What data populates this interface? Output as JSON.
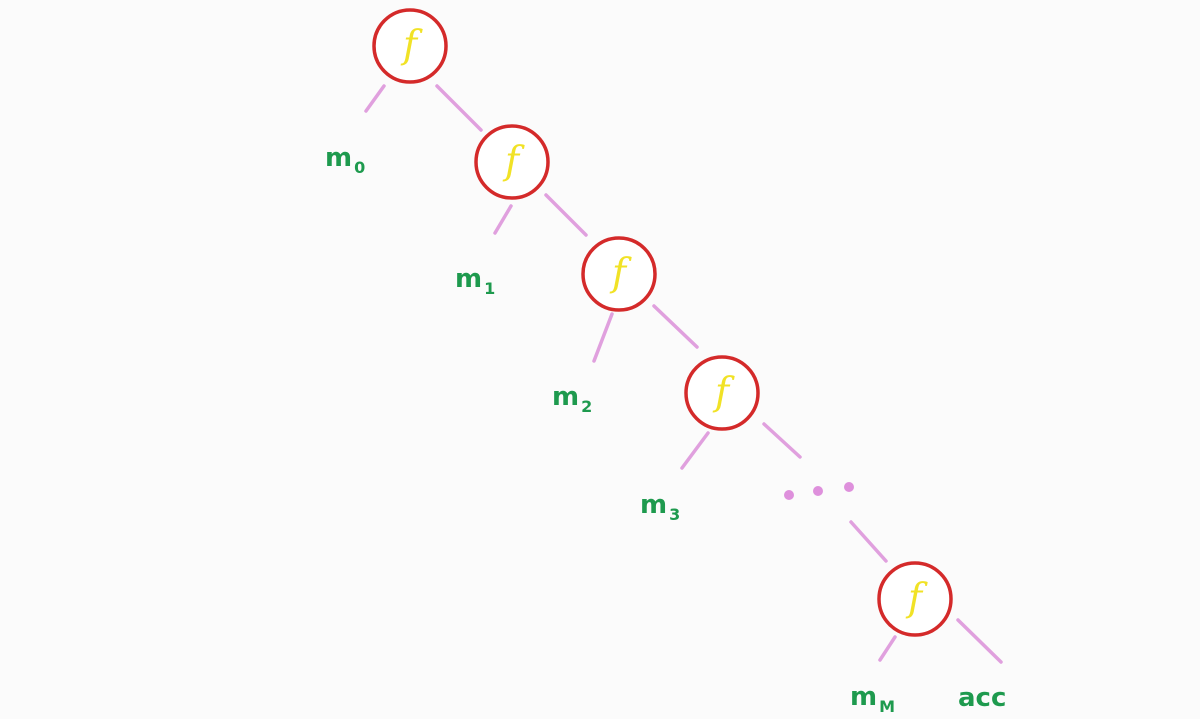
{
  "colors": {
    "node_stroke": "#d42a2a",
    "node_fill": "#ffffff",
    "function_text": "#f1e226",
    "edge": "#e0a0de",
    "leaf_text": "#1e9a4e",
    "ellipsis": "#de90dc"
  },
  "nodes": [
    {
      "id": "n0",
      "label": "f"
    },
    {
      "id": "n1",
      "label": "f"
    },
    {
      "id": "n2",
      "label": "f"
    },
    {
      "id": "n3",
      "label": "f"
    },
    {
      "id": "n4",
      "label": "f"
    }
  ],
  "leaves": [
    {
      "id": "m0",
      "base": "m",
      "sub": "0"
    },
    {
      "id": "m1",
      "base": "m",
      "sub": "1"
    },
    {
      "id": "m2",
      "base": "m",
      "sub": "2"
    },
    {
      "id": "m3",
      "base": "m",
      "sub": "3"
    },
    {
      "id": "mM",
      "base": "m",
      "sub": "M"
    },
    {
      "id": "acc",
      "base": "acc",
      "sub": ""
    }
  ],
  "edges": [
    {
      "from": "n0",
      "to": "m0"
    },
    {
      "from": "n0",
      "to": "n1"
    },
    {
      "from": "n1",
      "to": "m1"
    },
    {
      "from": "n1",
      "to": "n2"
    },
    {
      "from": "n2",
      "to": "m2"
    },
    {
      "from": "n2",
      "to": "n3"
    },
    {
      "from": "n3",
      "to": "m3"
    },
    {
      "from": "n3",
      "to": "ellipsis"
    },
    {
      "from": "ellipsis",
      "to": "n4"
    },
    {
      "from": "n4",
      "to": "mM"
    },
    {
      "from": "n4",
      "to": "acc"
    }
  ]
}
